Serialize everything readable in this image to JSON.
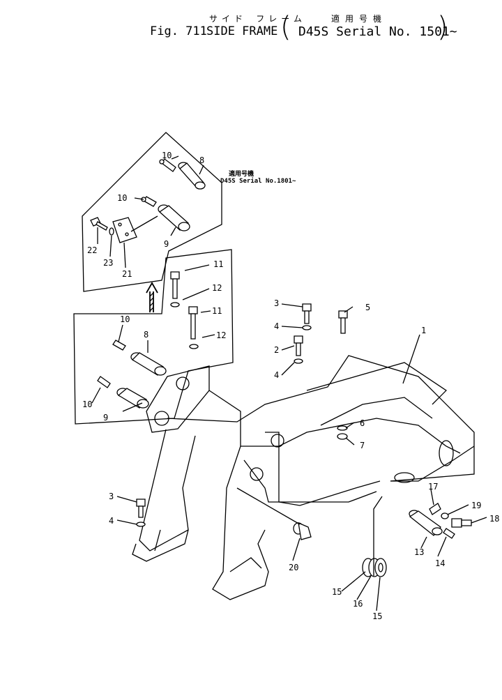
{
  "header": {
    "fig_label": "Fig. 711",
    "title_jp": "サイド フレーム",
    "title": "SIDE FRAME",
    "serial_jp": "適用号機",
    "serial": "D45S Serial No. 1501~"
  },
  "note": {
    "line1": "適用号機",
    "line2": "D45S Serial No.1801~"
  },
  "parts": [
    "1",
    "2",
    "3",
    "4",
    "5",
    "6",
    "7",
    "8",
    "9",
    "10",
    "11",
    "12",
    "13",
    "14",
    "15",
    "16",
    "17",
    "18",
    "19",
    "20",
    "21",
    "22",
    "23"
  ],
  "callouts": {
    "c1": "1",
    "c2": "2",
    "c3a": "3",
    "c3b": "3",
    "c4a": "4",
    "c4b": "4",
    "c4c": "4",
    "c5": "5",
    "c6": "6",
    "c7": "7",
    "c8a": "8",
    "c8b": "8",
    "c9a": "9",
    "c9b": "9",
    "c10a": "10",
    "c10b": "10",
    "c10c": "10",
    "c10d": "10",
    "c11a": "11",
    "c11b": "11",
    "c12a": "12",
    "c12b": "12",
    "c13": "13",
    "c14": "14",
    "c15a": "15",
    "c15b": "15",
    "c16": "16",
    "c17": "17",
    "c18": "18",
    "c19": "19",
    "c20": "20",
    "c21": "21",
    "c22": "22",
    "c23": "23"
  }
}
